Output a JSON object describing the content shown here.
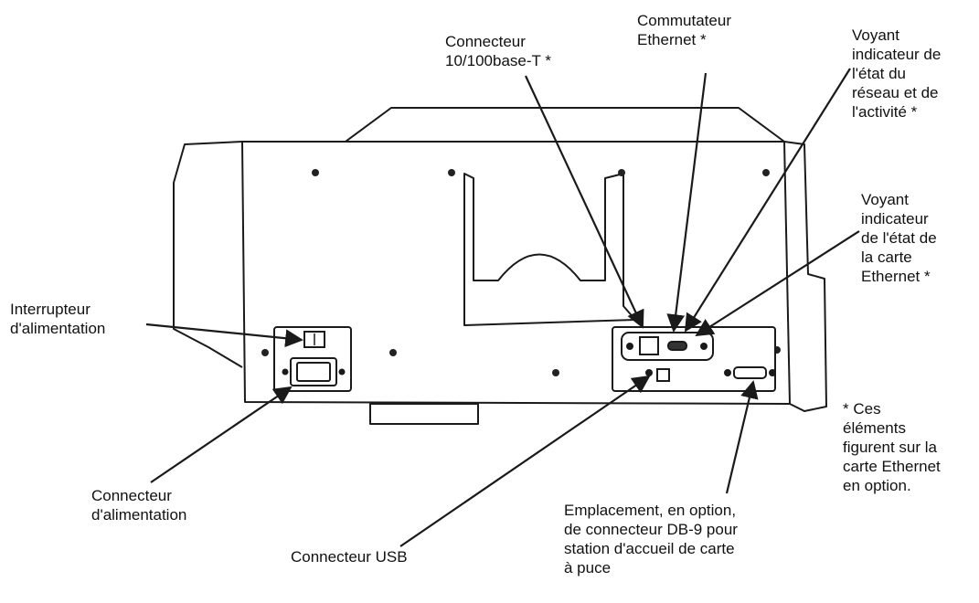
{
  "colors": {
    "line": "#1a1a1a",
    "body_fill": "#ffffff",
    "text": "#111111"
  },
  "labels": {
    "connecteur_10_100": [
      "Connecteur",
      "10/100base-T *"
    ],
    "commutateur_ethernet": [
      "Commutateur",
      "Ethernet *"
    ],
    "voyant_reseau": [
      "Voyant",
      "indicateur de",
      "l'état du",
      "réseau et de",
      "l'activité *"
    ],
    "voyant_carte": [
      "Voyant",
      "indicateur",
      "de l'état de",
      "la carte",
      "Ethernet *"
    ],
    "interrupteur": [
      "Interrupteur",
      "d'alimentation"
    ],
    "connecteur_alim": [
      "Connecteur",
      "d'alimentation"
    ],
    "connecteur_usb": [
      "Connecteur USB"
    ],
    "emplacement_db9": [
      "Emplacement, en option,",
      "de connecteur DB-9 pour",
      "station d'accueil de carte",
      "à puce"
    ],
    "note": [
      "* Ces",
      "éléments",
      "figurent sur la",
      "carte Ethernet",
      "en option."
    ]
  }
}
